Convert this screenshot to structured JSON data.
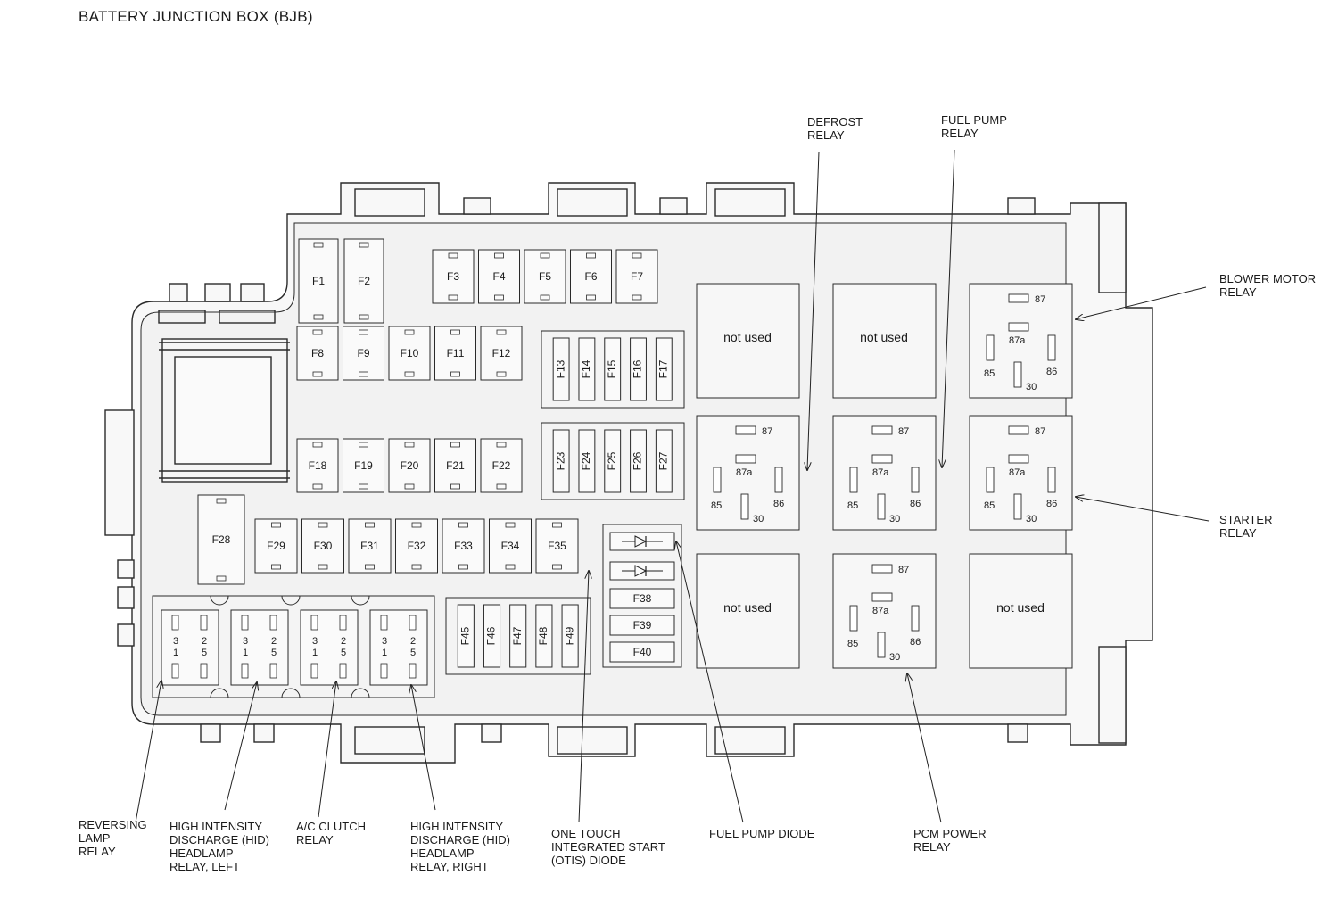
{
  "title": "BATTERY JUNCTION BOX (BJB)",
  "fuses": {
    "F1": "F1",
    "F2": "F2",
    "F3": "F3",
    "F4": "F4",
    "F5": "F5",
    "F6": "F6",
    "F7": "F7",
    "F8": "F8",
    "F9": "F9",
    "F10": "F10",
    "F11": "F11",
    "F12": "F12",
    "F13": "F13",
    "F14": "F14",
    "F15": "F15",
    "F16": "F16",
    "F17": "F17",
    "F18": "F18",
    "F19": "F19",
    "F20": "F20",
    "F21": "F21",
    "F22": "F22",
    "F23": "F23",
    "F24": "F24",
    "F25": "F25",
    "F26": "F26",
    "F27": "F27",
    "F28": "F28",
    "F29": "F29",
    "F30": "F30",
    "F31": "F31",
    "F32": "F32",
    "F33": "F33",
    "F34": "F34",
    "F35": "F35",
    "F38": "F38",
    "F39": "F39",
    "F40": "F40",
    "F45": "F45",
    "F46": "F46",
    "F47": "F47",
    "F48": "F48",
    "F49": "F49"
  },
  "relay_text": {
    "not_used": "not used",
    "pin87": "87",
    "pin87a": "87a",
    "pin85": "85",
    "pin86": "86",
    "pin30": "30"
  },
  "small_relay_pins": {
    "p3": "3",
    "p1": "1",
    "p2": "2",
    "p5": "5"
  },
  "callouts": {
    "defrost": [
      "DEFROST",
      "RELAY"
    ],
    "fuel_pump": [
      "FUEL PUMP",
      "RELAY"
    ],
    "blower": [
      "BLOWER MOTOR",
      "RELAY"
    ],
    "starter": [
      "STARTER",
      "RELAY"
    ],
    "reversing": [
      "REVERSING",
      "LAMP",
      "RELAY"
    ],
    "hid_left": [
      "HIGH INTENSITY",
      "DISCHARGE (HID)",
      "HEADLAMP",
      "RELAY, LEFT"
    ],
    "ac_clutch": [
      "A/C CLUTCH",
      "RELAY"
    ],
    "hid_right": [
      "HIGH INTENSITY",
      "DISCHARGE (HID)",
      "HEADLAMP",
      "RELAY, RIGHT"
    ],
    "otis": [
      "ONE TOUCH",
      "INTEGRATED START",
      "(OTIS) DIODE"
    ],
    "fuel_pump_diode": [
      "FUEL PUMP DIODE"
    ],
    "pcm_power": [
      "PCM POWER",
      "RELAY"
    ]
  }
}
